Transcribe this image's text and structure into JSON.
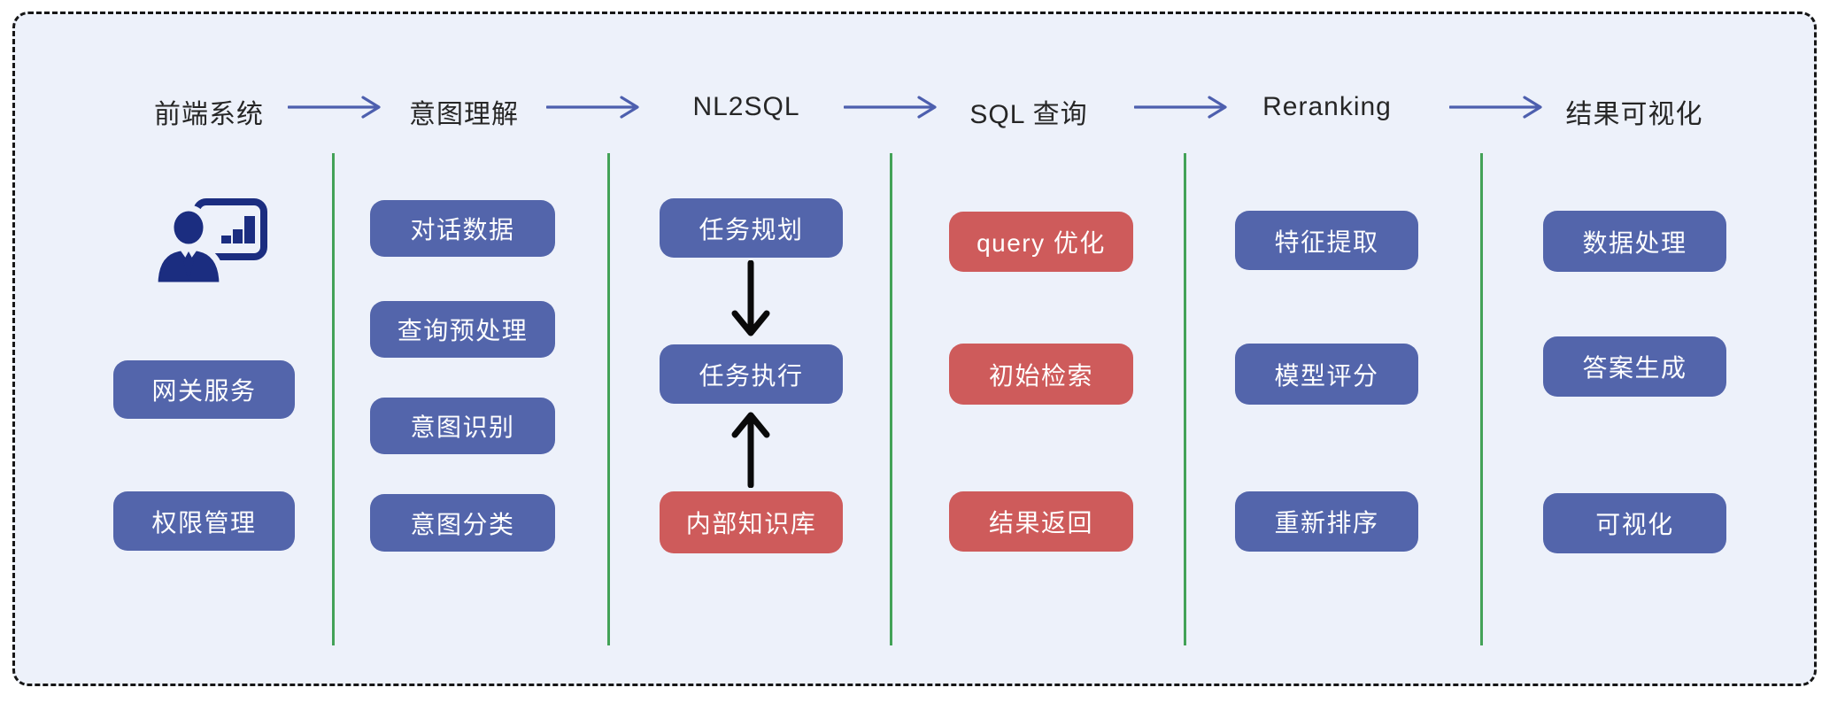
{
  "columns": [
    {
      "stage": "前端系统",
      "items": [
        {
          "label": "网关服务",
          "color": "blue"
        },
        {
          "label": "权限管理",
          "color": "blue"
        }
      ],
      "icon": "presenter-with-chart-icon"
    },
    {
      "stage": "意图理解",
      "items": [
        {
          "label": "对话数据",
          "color": "blue"
        },
        {
          "label": "查询预处理",
          "color": "blue"
        },
        {
          "label": "意图识别",
          "color": "blue"
        },
        {
          "label": "意图分类",
          "color": "blue"
        }
      ]
    },
    {
      "stage": "NL2SQL",
      "items": [
        {
          "label": "任务规划",
          "color": "blue"
        },
        {
          "label": "任务执行",
          "color": "blue"
        },
        {
          "label": "内部知识库",
          "color": "red"
        }
      ],
      "connections": [
        {
          "from": "任务规划",
          "to": "任务执行",
          "direction": "down"
        },
        {
          "from": "内部知识库",
          "to": "任务执行",
          "direction": "up"
        }
      ]
    },
    {
      "stage": "SQL 查询",
      "items": [
        {
          "label": "query 优化",
          "color": "red"
        },
        {
          "label": "初始检索",
          "color": "red"
        },
        {
          "label": "结果返回",
          "color": "red"
        }
      ]
    },
    {
      "stage": "Reranking",
      "items": [
        {
          "label": "特征提取",
          "color": "blue"
        },
        {
          "label": "模型评分",
          "color": "blue"
        },
        {
          "label": "重新排序",
          "color": "blue"
        }
      ]
    },
    {
      "stage": "结果可视化",
      "items": [
        {
          "label": "数据处理",
          "color": "blue"
        },
        {
          "label": "答案生成",
          "color": "blue"
        },
        {
          "label": "可视化",
          "color": "blue"
        }
      ]
    }
  ],
  "colors": {
    "bg_fill": "#edf1fa",
    "frame_border": "#161616",
    "header_text": "#262626",
    "blue_box": "#5365ab",
    "red_box": "#ce5b5b",
    "navy_icon": "#1b2d80",
    "divider_green": "#43a257",
    "arrow_blue": "#4d5fae",
    "black_arrow": "#0a0a0a"
  }
}
